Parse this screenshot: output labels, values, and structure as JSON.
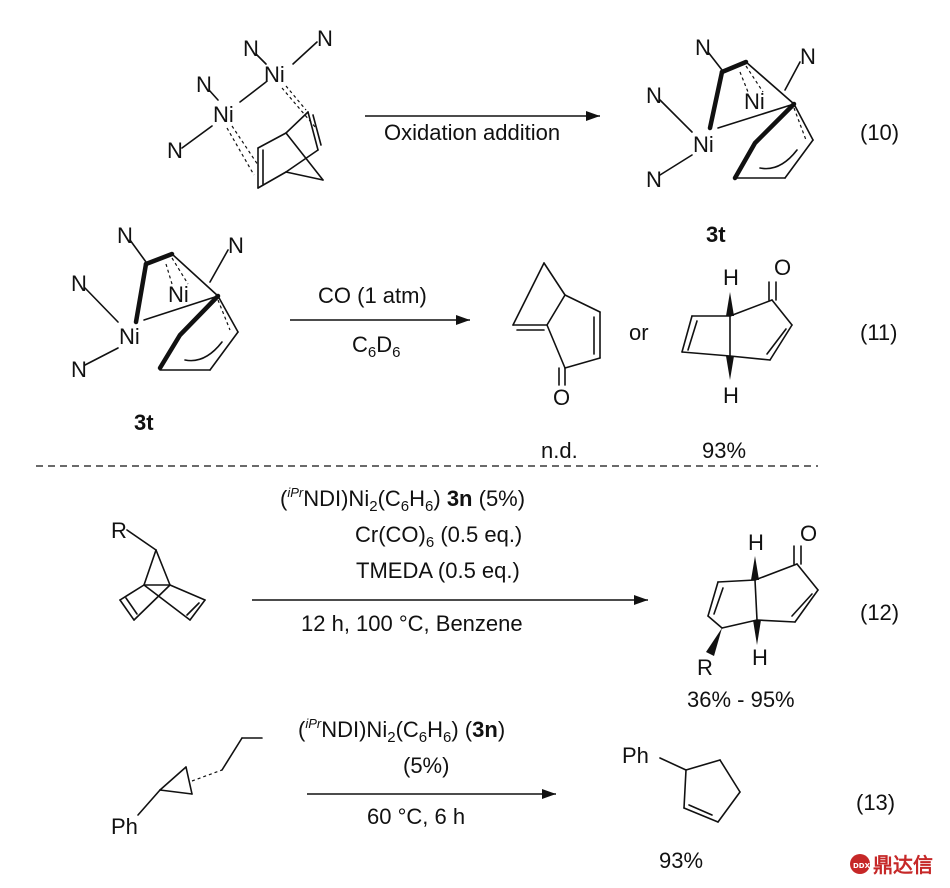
{
  "atoms": {
    "N": "N",
    "Ni": "Ni",
    "O": "O",
    "H": "H",
    "R": "R",
    "Ph": "Ph"
  },
  "compounds": {
    "c3t": "3t"
  },
  "eq10": {
    "arrow_label": "Oxidation addition",
    "number": "(10)"
  },
  "eq11": {
    "above": "CO (1 atm)",
    "below_main": "C",
    "below_sub1": "6",
    "below_mid": "D",
    "below_sub2": "6",
    "or": "or",
    "number": "(11)",
    "yield1": "n.d.",
    "yield2": "93%"
  },
  "eq12": {
    "cat_open": "(",
    "cat_sup": "iPr",
    "cat_a": "NDI)Ni",
    "cat_sub1": "2",
    "cat_b": "(C",
    "cat_sub2": "6",
    "cat_c": "H",
    "cat_sub3": "6",
    "cat_d": ") ",
    "cat_bold": "3n",
    "cat_tail": " (5%)",
    "line1_pre": "(",
    "line1_post": ")",
    "line2_a": "Cr(CO)",
    "line2_sub": "6",
    "line2_b": " (0.5 eq.)",
    "line3": "TMEDA (0.5 eq.)",
    "below": "12 h, 100 °C, Benzene",
    "number": "(12)",
    "yield": "36% - 95%"
  },
  "eq13": {
    "cat_open": "(",
    "cat_sup": "iPr",
    "cat_a": "NDI)Ni",
    "cat_sub1": "2",
    "cat_b": "(C",
    "cat_sub2": "6",
    "cat_c": "H",
    "cat_sub3": "6",
    "cat_d": ") (",
    "cat_bold": "3n",
    "cat_e": ")",
    "loading": "(5%)",
    "below": "60 °C, 6 h",
    "number": "(13)",
    "yield": "93%"
  },
  "watermark": {
    "text": "鼎达信",
    "logo_text": "DDX"
  }
}
